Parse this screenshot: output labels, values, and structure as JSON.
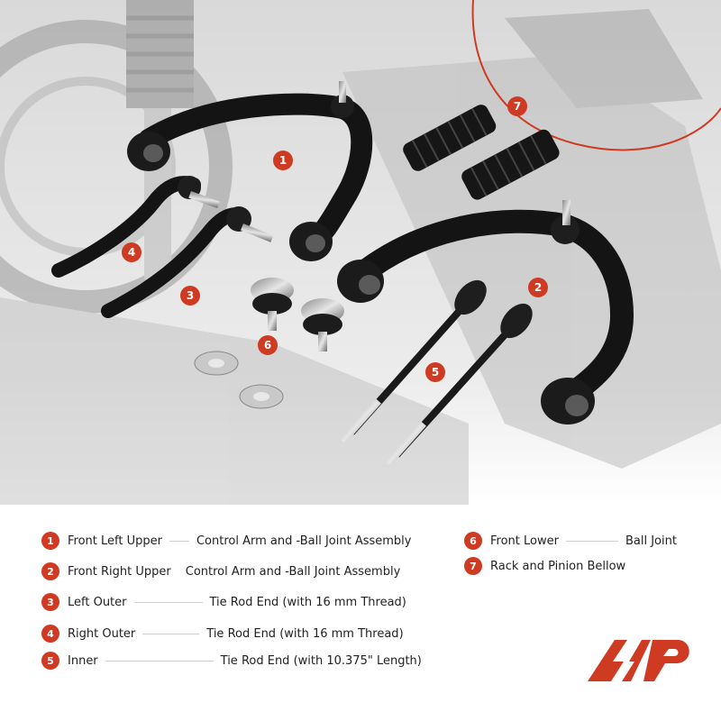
{
  "colors": {
    "accent": "#cf3a22",
    "text": "#222222",
    "background": "#ffffff"
  },
  "callouts": [
    "1",
    "2",
    "3",
    "4",
    "5",
    "6",
    "7"
  ],
  "legend": [
    {
      "num": "1",
      "name": "Front Left Upper",
      "desc": "Control Arm and -Ball Joint Assembly"
    },
    {
      "num": "2",
      "name": "Front Right Upper",
      "desc": "Control Arm and -Ball Joint Assembly"
    },
    {
      "num": "3",
      "name": "Left Outer",
      "desc": "Tie Rod End (with 16 mm Thread)"
    },
    {
      "num": "4",
      "name": "Right Outer",
      "desc": "Tie Rod End  (with 16 mm Thread)"
    },
    {
      "num": "5",
      "name": "Inner",
      "desc": "Tie Rod End (with 10.375\" Length)"
    },
    {
      "num": "6",
      "name": "Front Lower",
      "desc": "Ball Joint"
    },
    {
      "num": "7",
      "name": "Rack and Pinion Bellow",
      "desc": ""
    }
  ],
  "logo": {
    "icon": "brand-logo-icon"
  }
}
